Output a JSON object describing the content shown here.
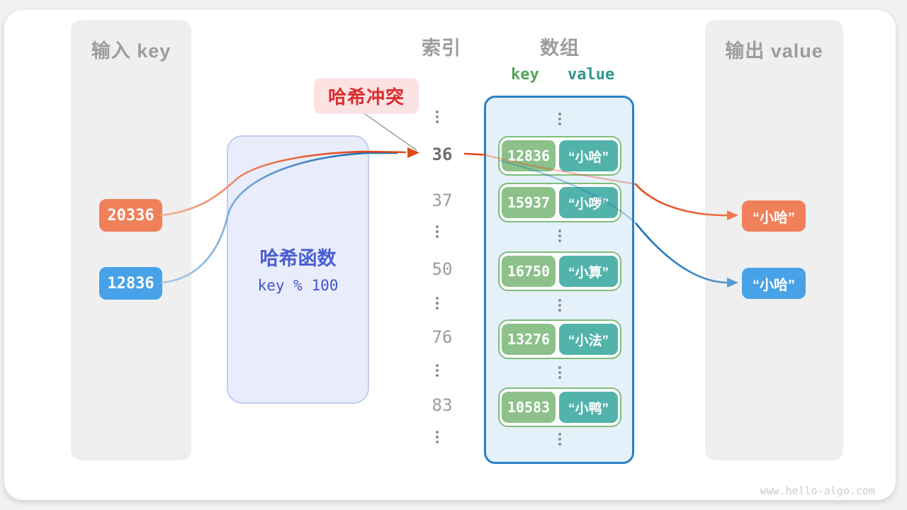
{
  "input": {
    "title": "输入 key",
    "items": [
      {
        "value": "20336",
        "color": "#f0805a"
      },
      {
        "value": "12836",
        "color": "#47a2e7"
      }
    ]
  },
  "hash": {
    "label": "哈希函数",
    "formula": "key % 100"
  },
  "collision": {
    "label": "哈希冲突"
  },
  "index": {
    "title": "索引",
    "rows": [
      "36",
      "37",
      "50",
      "76",
      "83"
    ],
    "highlighted_row": "36"
  },
  "array": {
    "title": "数组",
    "kv": {
      "key": "key",
      "value": "value"
    },
    "pairs": [
      {
        "key": "12836",
        "value": "“小哈”"
      },
      {
        "key": "15937",
        "value": "“小啰”"
      },
      {
        "key": "16750",
        "value": "“小算”"
      },
      {
        "key": "13276",
        "value": "“小法”"
      },
      {
        "key": "10583",
        "value": "“小鸭”"
      }
    ]
  },
  "output": {
    "title": "输出 value",
    "items": [
      {
        "value": "“小哈”",
        "color": "#f0805a"
      },
      {
        "value": "“小哈”",
        "color": "#47a2e7"
      }
    ]
  },
  "watermark": "www.hello-algo.com",
  "colors": {
    "orange_line": "#e0491b",
    "blue_line": "#1d71b8",
    "orange_chip": "#f0805a",
    "blue_chip": "#47a2e7",
    "green_key_cell": "#8cc18a",
    "teal_value_cell": "#52b3ab",
    "array_border": "#2a7fc3",
    "array_bg": "#e4f1fb",
    "hash_box_bg": "#e9edfb",
    "hash_text": "#4a5dd2",
    "collision_text": "#dc2b2f",
    "collision_bg": "#fbe3e3",
    "panel_bg": "#efefef",
    "muted_text": "#9c9c9c"
  }
}
